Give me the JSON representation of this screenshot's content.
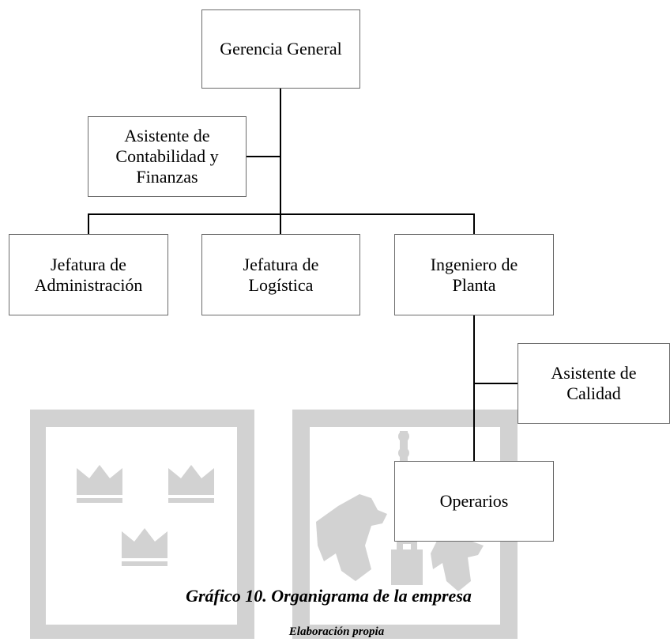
{
  "org_chart": {
    "nodes": {
      "gerencia": "Gerencia General",
      "asistente_contabilidad": "Asistente de\nContabilidad y\nFinanzas",
      "jefatura_admin": "Jefatura de\nAdministración",
      "jefatura_logistica": "Jefatura de\nLogística",
      "ingeniero_planta": "Ingeniero de\nPlanta",
      "asistente_calidad": "Asistente de\nCalidad",
      "operarios": "Operarios"
    }
  },
  "caption": {
    "title": "Gráfico 10. Organigrama de la empresa",
    "source": "Elaboración propia"
  },
  "colors": {
    "watermark": "#d2d2d2",
    "border": "#6b6b6b",
    "line": "#000000"
  }
}
